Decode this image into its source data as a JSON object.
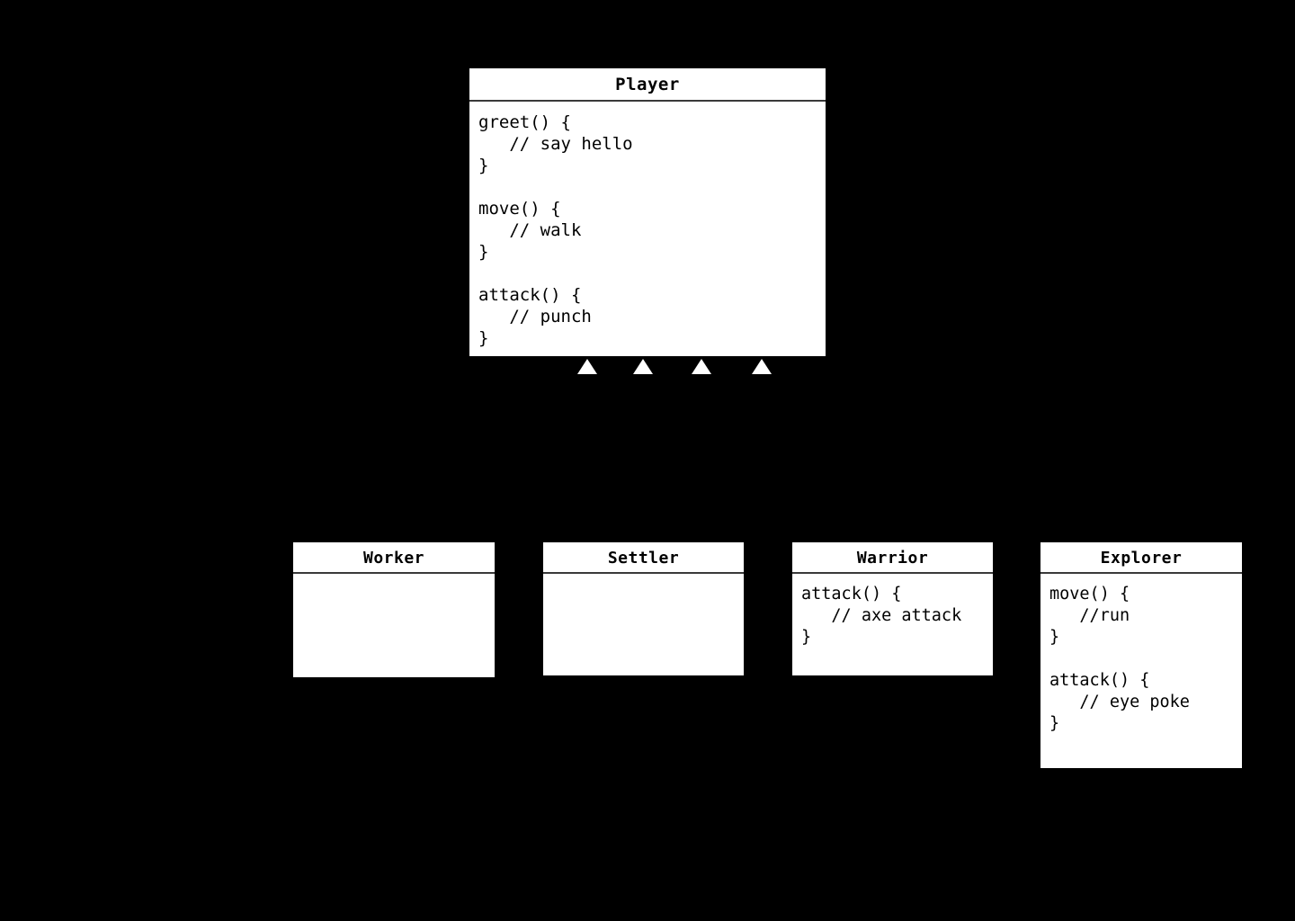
{
  "diagram": {
    "type": "uml-class-diagram",
    "background_color": "#000000",
    "box_fill_color": "#ffffff",
    "text_color": "#000000",
    "divider_color": "#3a3a3a",
    "arrow_fill_color": "#ffffff"
  },
  "root_class": {
    "name": "Player",
    "body": "greet() {\n   // say hello\n}\n\nmove() {\n   // walk\n}\n\nattack() {\n   // punch\n}"
  },
  "inheritance_arrows": [
    {
      "label": "inheritance-arrow-worker"
    },
    {
      "label": "inheritance-arrow-settler"
    },
    {
      "label": "inheritance-arrow-warrior"
    },
    {
      "label": "inheritance-arrow-explorer"
    }
  ],
  "subclasses": [
    {
      "name": "Worker",
      "body": ""
    },
    {
      "name": "Settler",
      "body": ""
    },
    {
      "name": "Warrior",
      "body": "attack() {\n   // axe attack\n}"
    },
    {
      "name": "Explorer",
      "body": "move() {\n   //run\n}\n\nattack() {\n   // eye poke\n}"
    }
  ]
}
